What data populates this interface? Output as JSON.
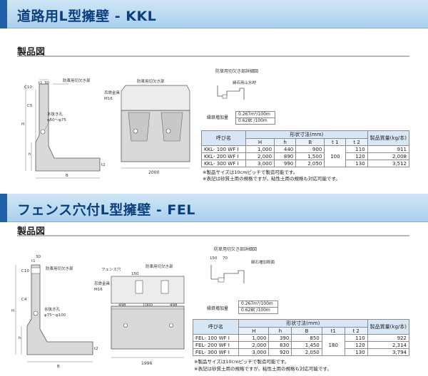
{
  "kkl": {
    "title": "道路用L型擁壁 - KKL",
    "subhead": "製品図",
    "labels": {
      "c10": "C10",
      "c5": "C5",
      "t1": "t1",
      "d30": "30",
      "bump_guard": "防車用切欠き部",
      "drain": "水抜き孔",
      "drain_size": "φ50～φ75",
      "hook": "吊鉄金具",
      "hook_size": "M16",
      "bump_guard2": "防車用切欠き部",
      "h_letter": "H",
      "h_small": "h",
      "b_letter": "B",
      "t2": "t2",
      "width": "2000",
      "detail_title": "防草用切欠き部詳細図",
      "detail_label": "縁石用止水材"
    },
    "additive": {
      "label": "縁鉄増加量",
      "rows": [
        "0.267m³/100m",
        "0.628t /100m"
      ]
    },
    "table": {
      "shape_header": "形状寸法(mm)",
      "col_name": "呼び名",
      "col_weight": "製品質量(kg/本)",
      "cols": [
        "H",
        "h",
        "B",
        "t 1",
        "t 2"
      ],
      "rows": [
        {
          "name": "KKL- 100 WF I",
          "H": "1,000",
          "h": "440",
          "B": "900",
          "t2": "110",
          "weight": "911"
        },
        {
          "name": "KKL- 200 WF I",
          "H": "2,000",
          "h": "890",
          "B": "1,500",
          "t2": "120",
          "weight": "2,008"
        },
        {
          "name": "KKL- 300 WF I",
          "H": "3,000",
          "h": "990",
          "B": "2,050",
          "t2": "130",
          "weight": "3,512"
        }
      ],
      "t1_shared": "100"
    },
    "notes": [
      "※製品サイズは10cmピッチで製造可能です。",
      "※表記は砂質土用の規格ですが，粘性土用の規格も対応可能です。"
    ]
  },
  "fel": {
    "title": "フェンス穴付L型擁壁 - FEL",
    "subhead": "製品図",
    "labels": {
      "c10": "C10",
      "c4": "C4",
      "t1": "t1",
      "d30": "30",
      "bump_guard": "防車用切欠き部",
      "drain": "水抜き孔",
      "drain_size": "φ75～φ100",
      "hook": "吊鉄金具",
      "hook_size": "M16",
      "fence_hole": "フェンス穴",
      "fence_size": "150",
      "bump_guard2": "防車用切欠き部",
      "d498a": "498",
      "d1000": "1000",
      "d498b": "498",
      "width": "1996",
      "h_letter": "H",
      "h_small": "h",
      "b_letter": "B",
      "t2": "t2",
      "dim150": "150",
      "dim70": "70",
      "detail_title": "防草用切欠き部詳細図",
      "detail_label": "縁石増加断面"
    },
    "additive": {
      "label": "縁鉄増加量",
      "rows": [
        "0.267m³/100m",
        "0.628t /100m"
      ]
    },
    "table": {
      "shape_header": "形状寸法(mm)",
      "col_name": "呼び名",
      "col_weight": "製品質量(kg/本)",
      "cols": [
        "H",
        "h",
        "B",
        "t1",
        "t 2"
      ],
      "rows": [
        {
          "name": "FEL- 100 WF I",
          "H": "1,000",
          "h": "390",
          "B": "850",
          "t2": "110",
          "weight": "922"
        },
        {
          "name": "FEL- 200 WF I",
          "H": "2,000",
          "h": "830",
          "B": "1,450",
          "t2": "120",
          "weight": "2,314"
        },
        {
          "name": "FEL- 300 WF I",
          "H": "3,000",
          "h": "920",
          "B": "2,050",
          "t2": "130",
          "weight": "3,794"
        }
      ],
      "t1_shared": "180"
    },
    "notes": [
      "※製品サイズは10cmピッチで製造可能です。",
      "※表記は砂質土用の規格ですが，粘性土用の規格も対応可能です。"
    ]
  },
  "colors": {
    "title_text": "#0c3f80",
    "title_bg": "#b8d8f1",
    "concrete": "#d9d9d9",
    "header_cell": "#d7e7f5"
  }
}
